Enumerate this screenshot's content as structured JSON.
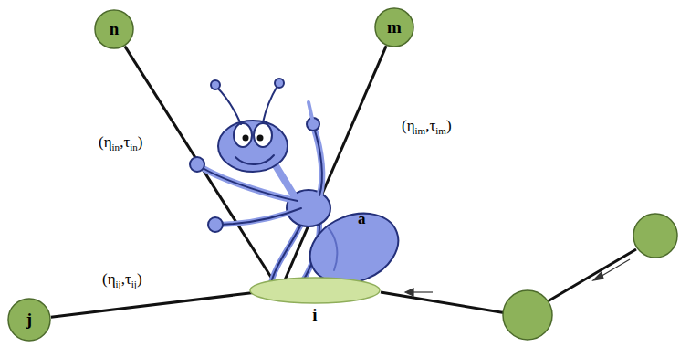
{
  "diagram": {
    "nodes": [
      {
        "text": [
          "n"
        ]
      },
      {
        "text": [
          "m"
        ]
      },
      {
        "text": [
          "j"
        ]
      },
      {
        "text": [
          "i"
        ]
      }
    ],
    "edges": [
      {
        "from": 0,
        "to": 3,
        "arrow": "none",
        "label": "(ηin,τin)"
      },
      {
        "from": 1,
        "to": 3,
        "arrow": "none",
        "label": "(ηim,τim)"
      },
      {
        "from": 2,
        "to": 3,
        "arrow": "none",
        "label": "(ηij,τij)"
      }
    ],
    "labels": [
      "a"
    ]
  }
}
